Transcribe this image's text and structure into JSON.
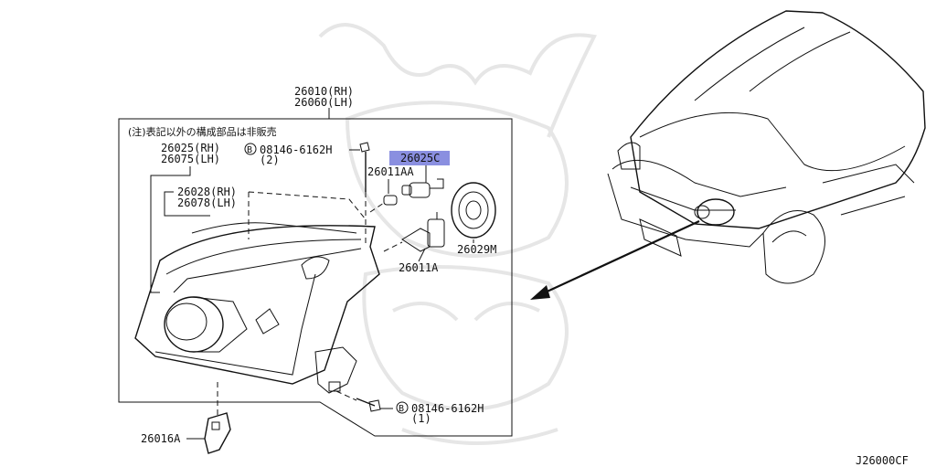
{
  "diagram": {
    "assembly_rh": "26010(RH)",
    "assembly_lh": "26060(LH)",
    "note": "(注)表記以外の構成部品は非販売",
    "part_26025_rh": "26025(RH)",
    "part_26075_lh": "26075(LH)",
    "bolt_top_code": "B",
    "bolt_top_part": "08146-6162H",
    "bolt_top_qty": "(2)",
    "part_26028_rh": "26028(RH)",
    "part_26078_lh": "26078(LH)",
    "part_26025c": "26025C",
    "part_26011aa": "26011AA",
    "part_26011a": "26011A",
    "part_26029m": "26029M",
    "bolt_bottom_code": "B",
    "bolt_bottom_part": "08146-6162H",
    "bolt_bottom_qty": "(1)",
    "part_26016a": "26016A",
    "diagram_code": "J26000CF",
    "highlight_color": "#8a8fe0"
  }
}
